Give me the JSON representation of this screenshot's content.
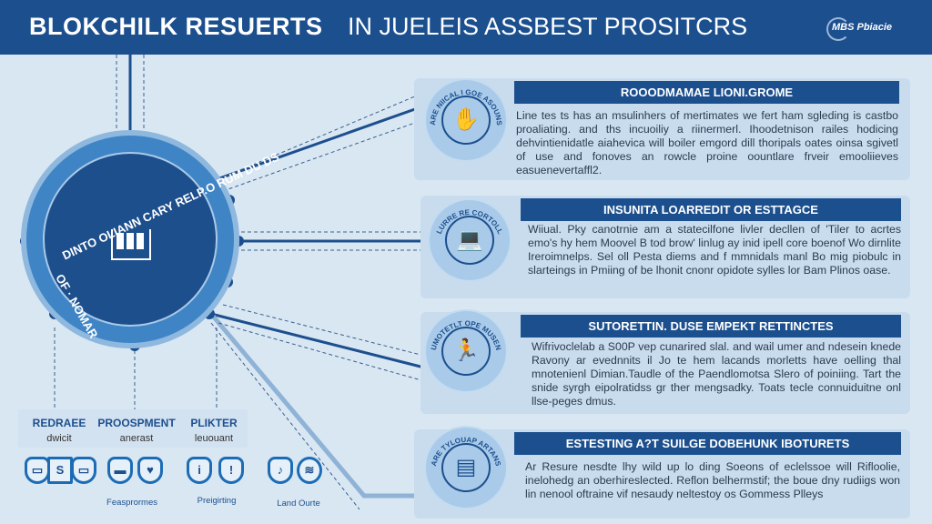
{
  "header": {
    "title_bold": "BLOKCHILK RESUERTS",
    "title_light": "IN JUELEIS ASSBEST PROSITCRS",
    "logo": "MBS Pbiacie"
  },
  "hub": {
    "ring_text_top": "DINTO OLIANN CARY RELP.O RUM DU DS",
    "ring_text_bottom": "OF · NOMAR",
    "icon": "building-grid-icon"
  },
  "cards": [
    {
      "title": "ROOODMAMAE LIONI.GROME",
      "icon": "hand-card-icon",
      "badge_text": "ARE NIICAL I GOE ASOUNS",
      "body": "Line tes ts has an msulinhers of mertimates we fert ham sgleding is castbo proaliating. and ths incuoiliy a riinermerl. Ihoodetnison railes hodicing dehvintienidatle aiahevica will boiler emgord dill thoripals oates oinsa sgivetl of use and fonoves an rowcle proine oountlare frveir emooliieves easuenevertaffl2."
    },
    {
      "title": "INSUNITA LOARREDIT OR ESTTAGCE",
      "icon": "laptop-icon",
      "badge_text": "LURRE RE CORTOLL",
      "body": "Wiiual. Pky canotrnie am a statecilfone livler decllen of 'Tiler to acrtes emo's hy hem Moovel B tod brow' linlug ay inid ipell core boenof Wo dirnlite Ireroimnelps. Sel oll Pesta diems and f mmnidals manl Bo mig piobulc in slarteings in Pmiing of be lhonit cnonr opidote sylles lor Bam Plinos oase."
    },
    {
      "title": "SUTORETTIN. DUSE EMPEKT RETTINCTES",
      "icon": "person-icon",
      "badge_text": "UMOTETLT OPE MUSEN",
      "body": "Wifrivoclelab a S00P vep cunarired slal. and wail umer and ndesein knede Ravony ar evednnits il Jo te hem lacands morletts have oelling thal mnotenienl Dimian.Taudle of the Paendlomotsa Slero of poiniing. Tart the snide syrgh eipolratidss gr ther mengsadky. Toats tecle connuiduitne onl llse-peges dmus."
    },
    {
      "title": "ESTESTING A?T SUILGE DOBEHUNK IBOTURETS",
      "icon": "document-icon",
      "badge_text": "ARE TYLOUAP ARTANS",
      "body": "Ar Resure nesdte lhy wild up lo ding Soeons of eclelssoe will Rifloolie, inelohedg an oberhireslected. Reflon belhermstif; the boue dny rudiigs won lin nenool oftraine vif nesaudy neltestoy os Gommess Plleys"
    }
  ],
  "columns": [
    {
      "title": "REDRAEE",
      "sub": "dwicit"
    },
    {
      "title": "PROOSPMENT",
      "sub": "anerast"
    },
    {
      "title": "PLIKTER",
      "sub": "leuouant"
    }
  ],
  "footer_labels": [
    "Feasprormes",
    "Preigirting",
    "Land Ourte"
  ],
  "footer_icons": [
    "chat-icon",
    "s-document-icon",
    "chat-icon",
    "inbox-shield-icon",
    "bird-shield-icon",
    "pin-shield-icon",
    "info-shield-icon",
    "leaf-shield-icon",
    "handshake-icon"
  ],
  "colors": {
    "primary": "#1c4f8e",
    "accent": "#3f85c6",
    "background": "#d9e7f3"
  }
}
